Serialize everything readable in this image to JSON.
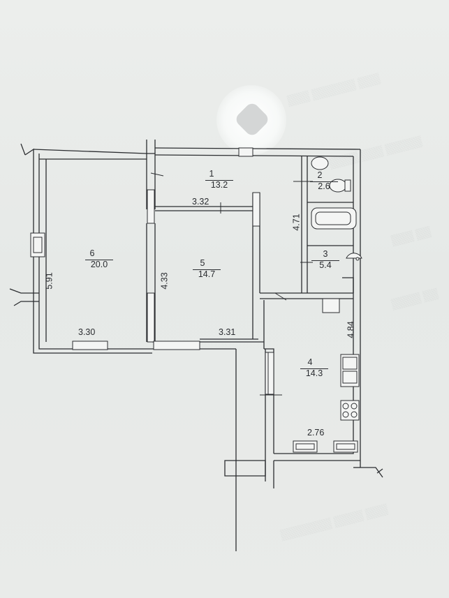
{
  "rooms": [
    {
      "number": "1",
      "area": "13.2"
    },
    {
      "number": "2",
      "area": "2.6"
    },
    {
      "number": "3",
      "area": "5.4"
    },
    {
      "number": "4",
      "area": "14.3"
    },
    {
      "number": "5",
      "area": "14.7"
    },
    {
      "number": "6",
      "area": "20.0"
    }
  ],
  "dimensions": [
    "3.32",
    "4.71",
    "5.91",
    "4.33",
    "3.30",
    "3.31",
    "4.84",
    "2.76"
  ],
  "colors": {
    "paper": "#e8eae8",
    "ink": "#2b2d30"
  }
}
